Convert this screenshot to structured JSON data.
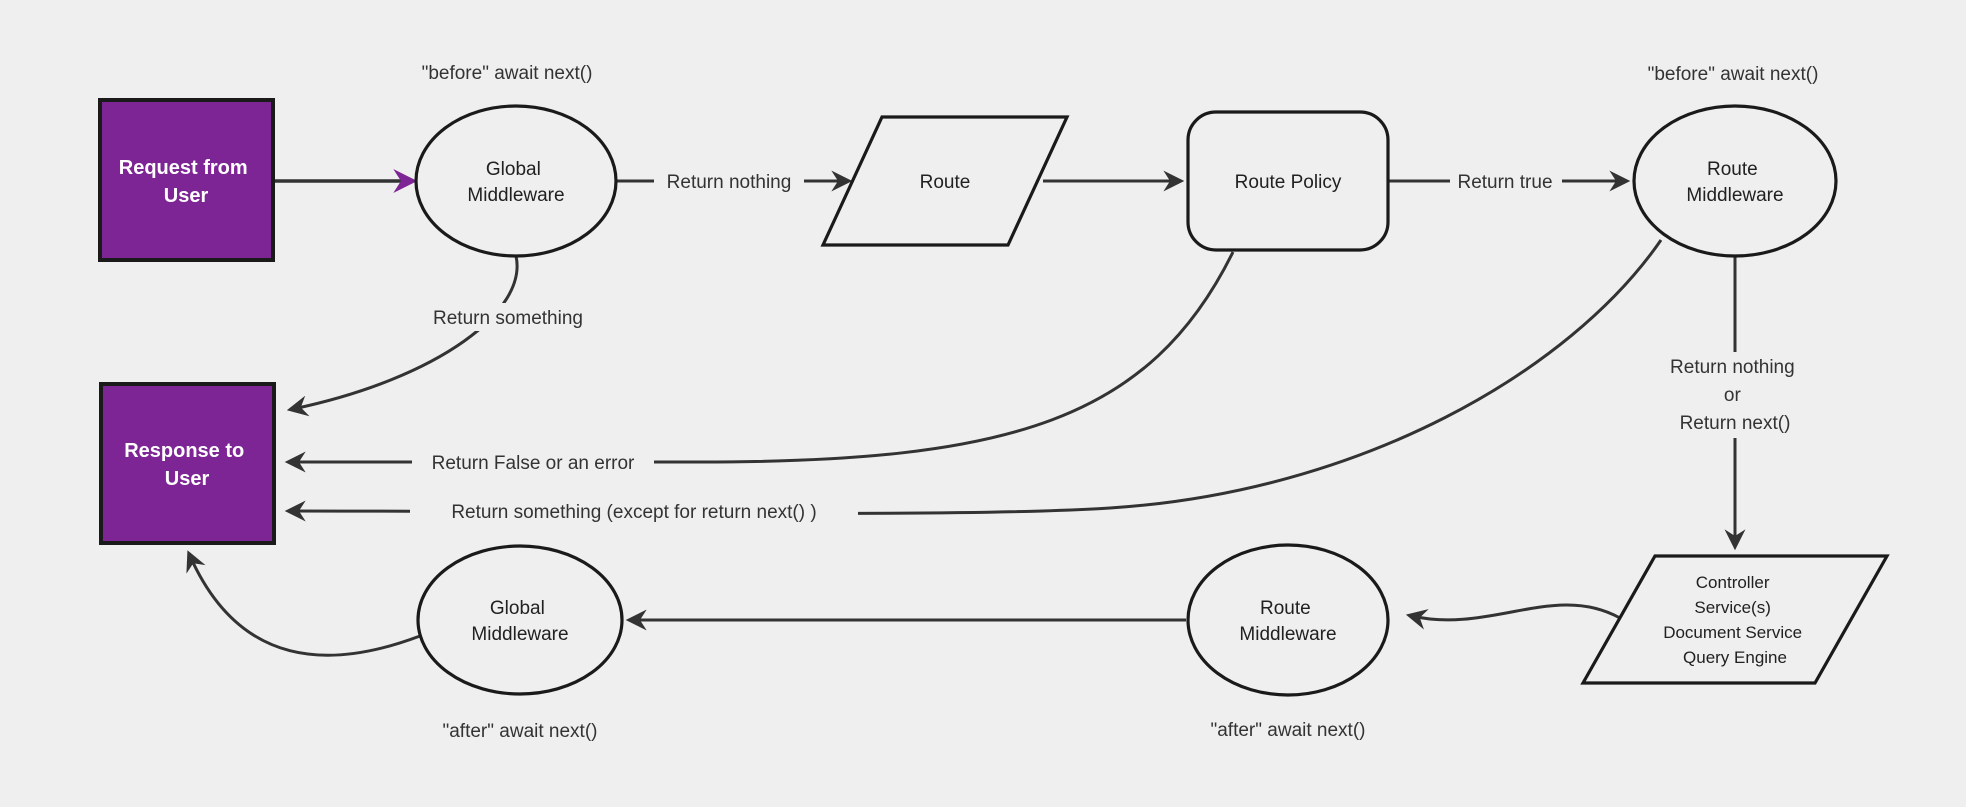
{
  "colors": {
    "background": "#efefef",
    "purple": "#7e2596",
    "edge_stroke": "#333333",
    "node_border": "#1a1a1a",
    "box_text": "#ffffff"
  },
  "nodes": {
    "request": {
      "lines": [
        "Request from",
        "User"
      ]
    },
    "response": {
      "lines": [
        "Response to",
        "User"
      ]
    },
    "global_mw_top": {
      "lines": [
        "Global",
        "Middleware"
      ]
    },
    "route": {
      "label": "Route"
    },
    "route_policy": {
      "label": "Route Policy"
    },
    "route_mw_top": {
      "lines": [
        "Route",
        "Middleware"
      ]
    },
    "controller": {
      "lines": [
        "Controller",
        "Service(s)",
        "Document Service",
        "Query Engine"
      ]
    },
    "route_mw_bottom": {
      "lines": [
        "Route",
        "Middleware"
      ]
    },
    "global_mw_bottom": {
      "lines": [
        "Global",
        "Middleware"
      ]
    }
  },
  "edge_labels": {
    "before_left": "\"before\" await next()",
    "before_right": "\"before\" await next()",
    "after_left": "\"after\" await next()",
    "after_middle": "\"after\" await next()",
    "return_nothing": "Return nothing",
    "return_true": "Return true",
    "return_something": "Return something",
    "return_false": "Return False or an error",
    "return_something_except": "Return something (except for return next() )",
    "return_nothing_or": [
      "Return nothing",
      "or",
      "Return next()"
    ]
  }
}
